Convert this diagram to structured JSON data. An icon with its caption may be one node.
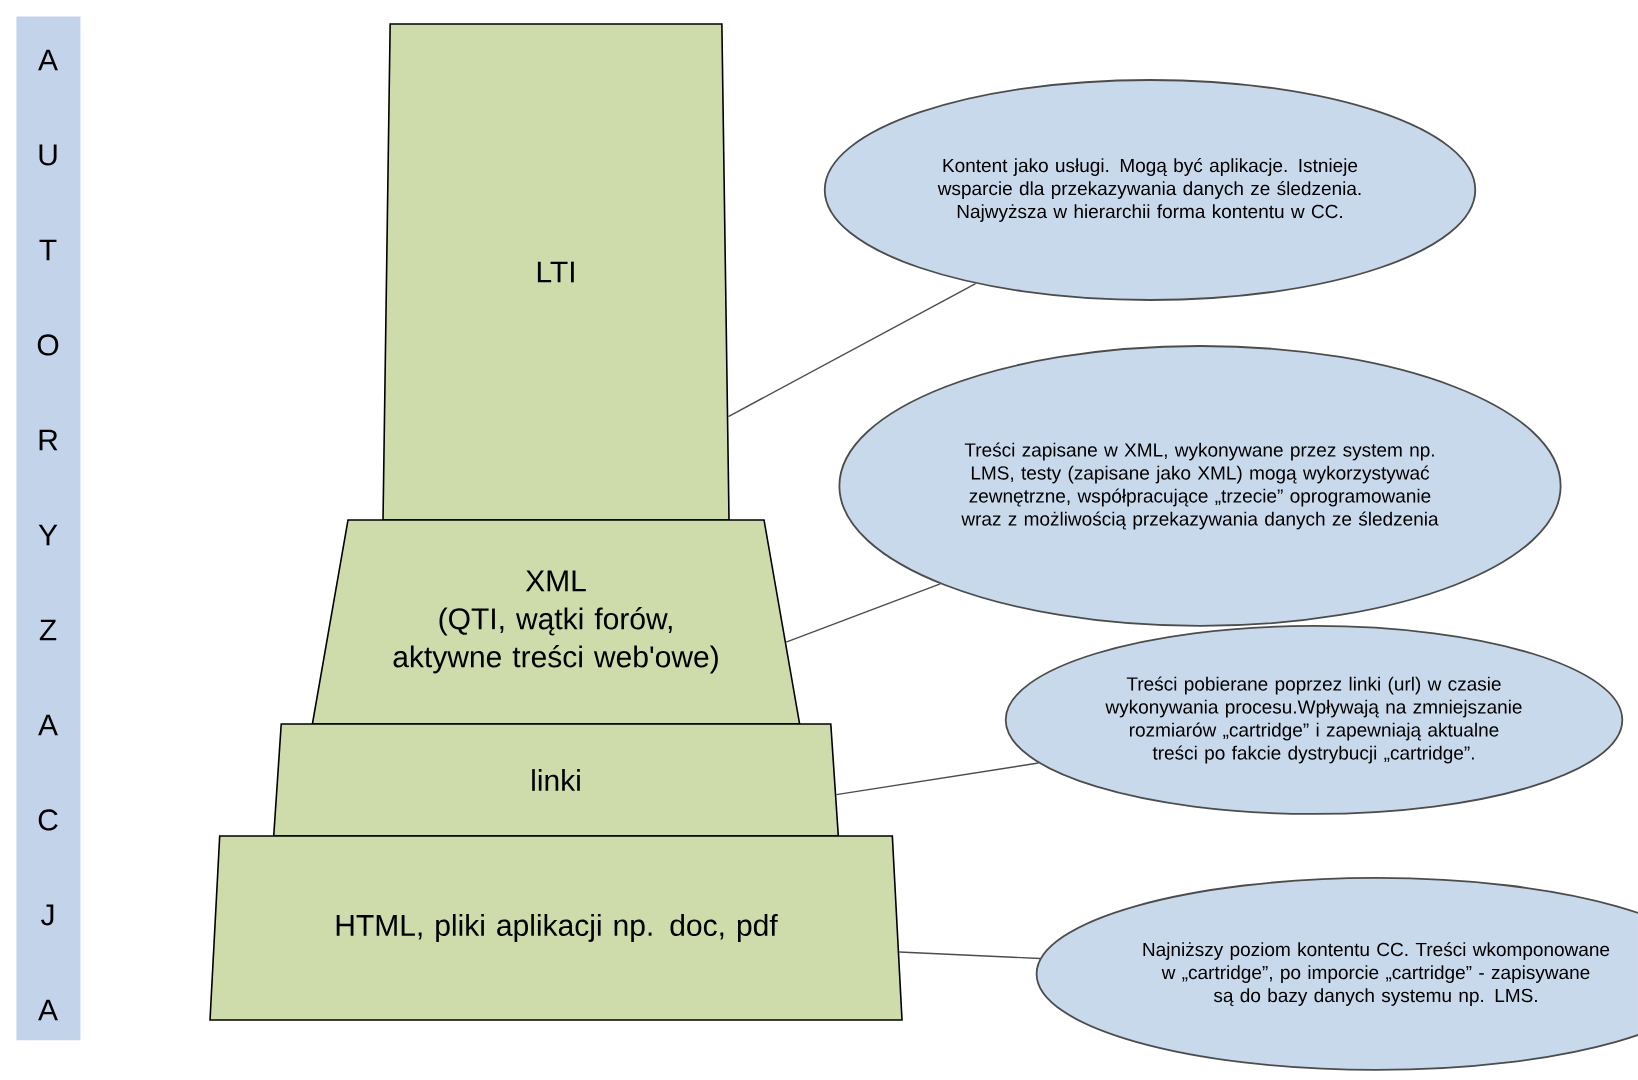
{
  "diagram": {
    "nodes": [
      {
        "text": [
          "A",
          "U",
          "T",
          "O",
          "R",
          "Y",
          "Z",
          "A",
          "C",
          "J",
          "A"
        ]
      },
      {
        "text": [
          "LTI"
        ]
      },
      {
        "text": [
          "XML",
          "(QTI, wątki forów, aktywne treści web'owe)"
        ]
      },
      {
        "text": [
          "linki"
        ]
      },
      {
        "text": [
          "HTML, pliki aplikacji np. doc, pdf"
        ]
      },
      {
        "text": [
          "Kontent jako usługi. Mogą być aplikacje. Istnieje wsparcie dla przekazywania danych ze śledzenia. Najwyższa w hierarchii forma kontentu w CC."
        ]
      },
      {
        "text": [
          "Treści zapisane w XML, wykonywane przez system np. LMS, testy (zapisane jako XML) mogą wykorzystywać zewnętrzne, współpracujące „trzecie” oprogramowanie  wraz z możliwością przekazywania danych ze śledzenia"
        ]
      },
      {
        "text": [
          "Treści pobierane poprzez linki (url) w czasie wykonywania procesu.Wpływają na zmniejszanie rozmiarów „cartridge” i zapewniają aktualne treści po fakcie dystrybucji „cartridge”."
        ]
      },
      {
        "text": [
          "Najniższy poziom kontentu CC. Treści wkomponowane w „cartridge”, po imporcie „cartridge” - zapisywane są do bazy danych systemu np. LMS."
        ]
      }
    ],
    "edges": [
      {
        "from": 1,
        "to": 5,
        "arrow": "none"
      },
      {
        "from": 2,
        "to": 6,
        "arrow": "none"
      },
      {
        "from": 3,
        "to": 7,
        "arrow": "none"
      },
      {
        "from": 4,
        "to": 8,
        "arrow": "none"
      }
    ]
  }
}
